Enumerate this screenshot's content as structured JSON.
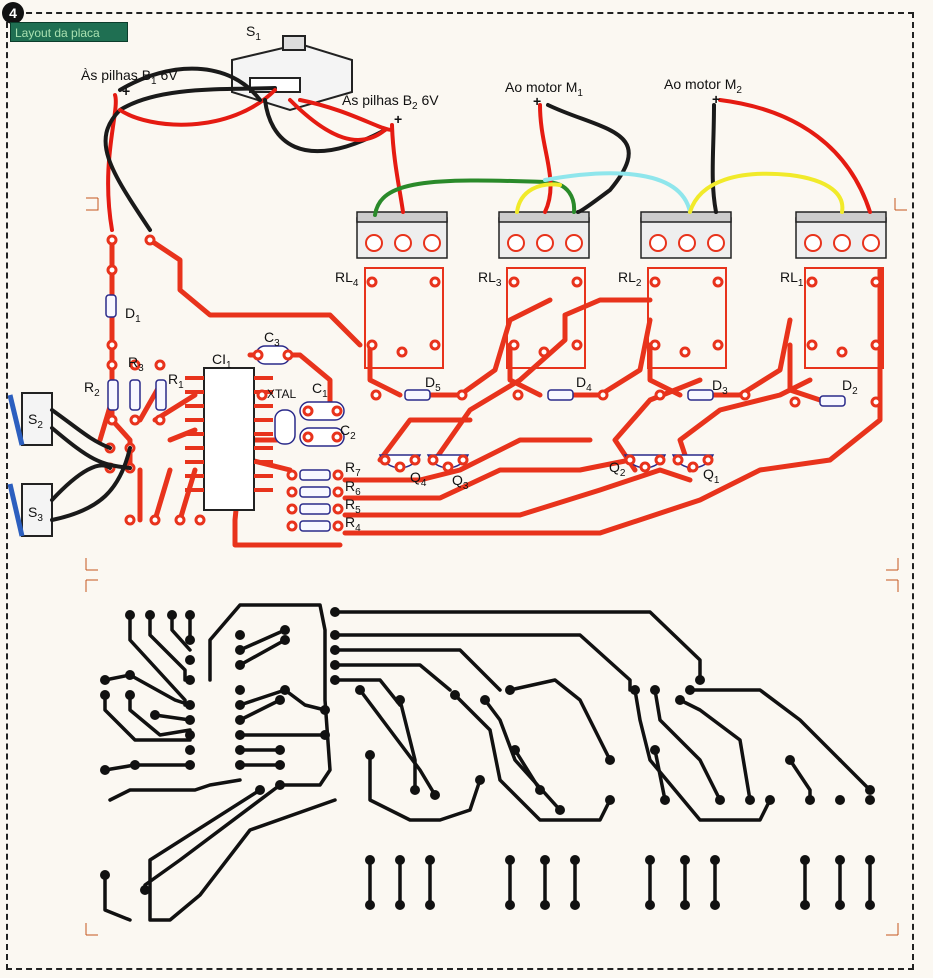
{
  "figure_number": "4",
  "header_label": "Layout da placa",
  "wires": {
    "battery_b1": "Às pilhas B",
    "battery_b1_sub": "1",
    "battery_b1_v": "6V",
    "battery_b2": "Às pilhas B",
    "battery_b2_sub": "2",
    "battery_b2_v": "6V",
    "motor_m1": "Ao motor M",
    "motor_m1_sub": "1",
    "motor_m2": "Ao motor M",
    "motor_m2_sub": "2",
    "plus": "+"
  },
  "components": {
    "s1": "S",
    "s1_sub": "1",
    "s2": "S",
    "s2_sub": "2",
    "s3": "S",
    "s3_sub": "3",
    "rl4": "RL",
    "rl4_sub": "4",
    "rl3": "RL",
    "rl3_sub": "3",
    "rl2": "RL",
    "rl2_sub": "2",
    "rl1": "RL",
    "rl1_sub": "1",
    "d1": "D",
    "d1_sub": "1",
    "d2": "D",
    "d2_sub": "2",
    "d3": "D",
    "d3_sub": "3",
    "d4": "D",
    "d4_sub": "4",
    "d5": "D",
    "d5_sub": "5",
    "r1": "R",
    "r1_sub": "1",
    "r2": "R",
    "r2_sub": "2",
    "r3": "R",
    "r3_sub": "3",
    "r4": "R",
    "r4_sub": "4",
    "r5": "R",
    "r5_sub": "5",
    "r6": "R",
    "r6_sub": "6",
    "r7": "R",
    "r7_sub": "7",
    "c1": "C",
    "c1_sub": "1",
    "c2": "C",
    "c2_sub": "2",
    "c3": "C",
    "c3_sub": "3",
    "ci1": "CI",
    "ci1_sub": "1",
    "xtal": "XTAL",
    "q1": "Q",
    "q1_sub": "1",
    "q2": "Q",
    "q2_sub": "2",
    "q3": "Q",
    "q3_sub": "3",
    "q4": "Q",
    "q4_sub": "4"
  },
  "colors": {
    "trace_top": "#e8331c",
    "wire_black": "#1a1a1a",
    "wire_red": "#e51b12",
    "wire_green": "#2a8a2a",
    "wire_yellow": "#f1ea2a",
    "wire_cyan": "#8fe6ec",
    "trace_bottom": "#111111",
    "switch_blue": "#2c5fbf"
  }
}
